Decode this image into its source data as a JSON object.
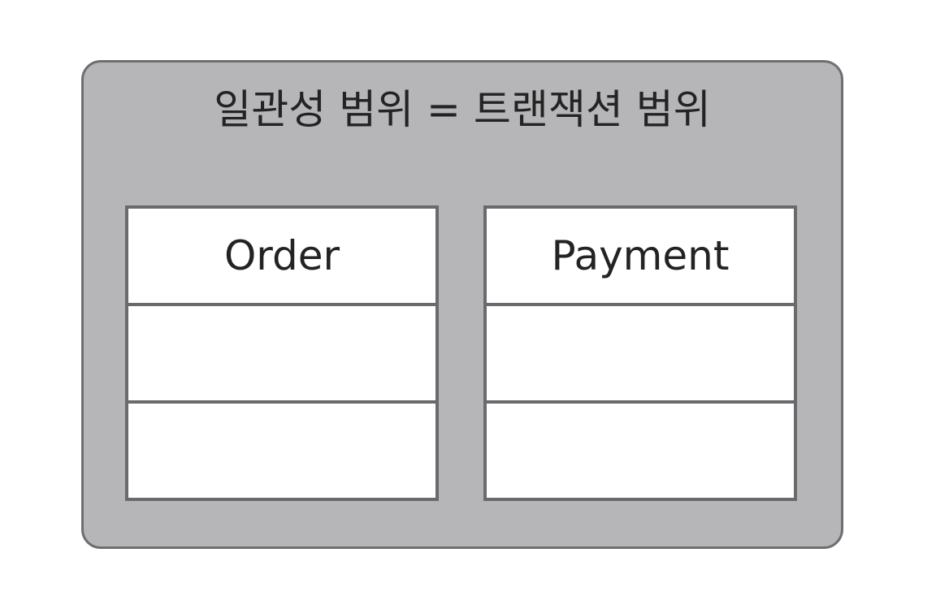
{
  "diagram": {
    "title": "일관성 범위 = 트랜잭션 범위",
    "entities": [
      {
        "name": "Order",
        "rows": 3
      },
      {
        "name": "Payment",
        "rows": 3
      }
    ],
    "colors": {
      "scope_fill": "#b6b6b9",
      "scope_border": "#6f6f72",
      "entity_fill": "#ffffff",
      "entity_border": "#6a6a6d",
      "text": "#232323"
    }
  }
}
